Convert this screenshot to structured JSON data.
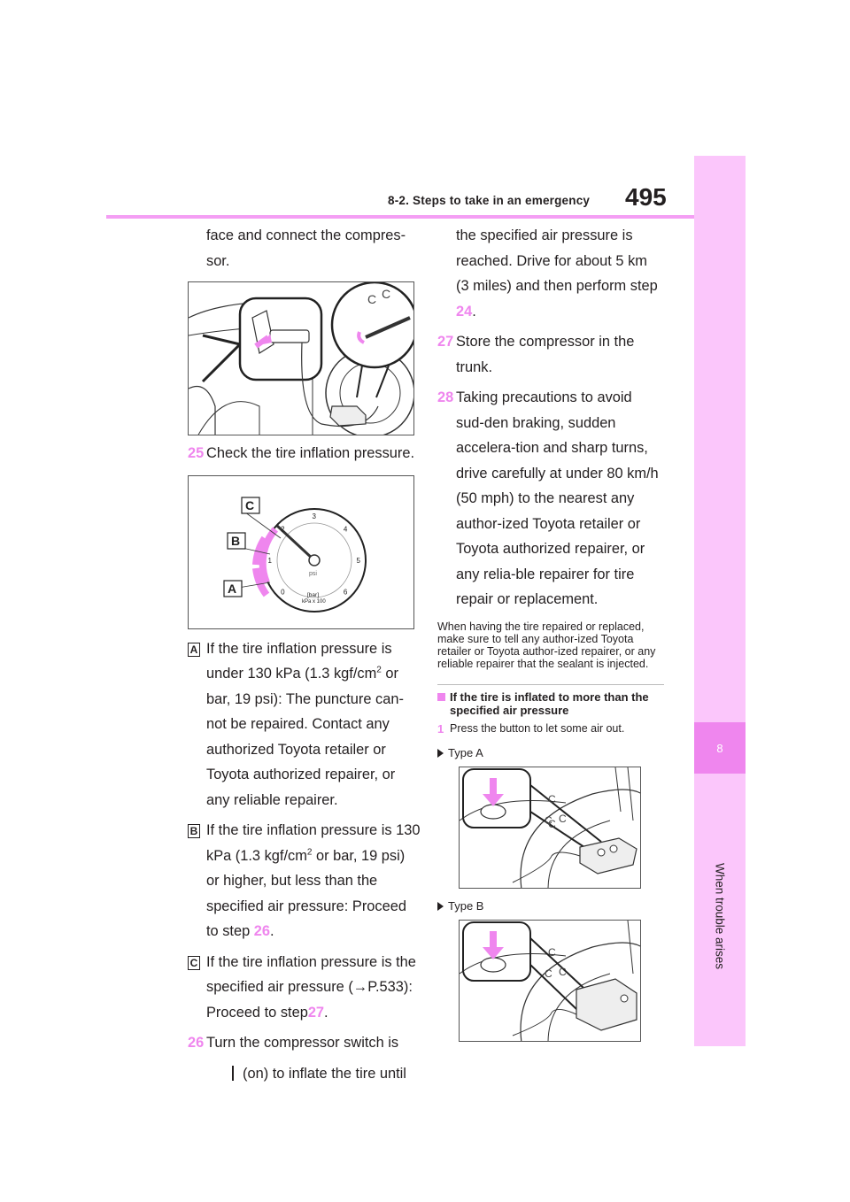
{
  "header": {
    "section": "8-2. Steps to take in an emergency",
    "page_number": "495"
  },
  "side_tab": {
    "chapter_number": "8",
    "chapter_label": "When trouble arises"
  },
  "left_column": {
    "intro_line1": "face and connect the compres-",
    "intro_line2": "sor.",
    "step25": {
      "num": "25",
      "text": "Check the tire inflation pressure."
    },
    "gauge_labels": {
      "a": "A",
      "b": "B",
      "c": "C"
    },
    "gauge_units": "[bar]",
    "gauge_units2": "kPa x 100",
    "gauge_psi": "psi",
    "gauge_ticks": [
      "0",
      "1",
      "2",
      "3",
      "4",
      "5",
      "6"
    ],
    "item_a": {
      "letter": "A",
      "p1": "If the tire inflation pressure is under 130 kPa (1.3 kgf/cm",
      "sup": "2",
      "p2": " or bar, 19 psi): The puncture can-not be repaired. Contact any authorized Toyota retailer or Toyota authorized repairer, or any reliable repairer."
    },
    "item_b": {
      "letter": "B",
      "p1": "If the tire inflation pressure is 130 kPa (1.3 kgf/cm",
      "sup": "2",
      "p2": " or bar, 19 psi) or higher, but less than the specified air pressure: Proceed to step ",
      "ref": "26",
      "p3": "."
    },
    "item_c": {
      "letter": "C",
      "p1": "If the tire inflation pressure is the specified air pressure (",
      "arrow": "→",
      "ref": "P.533",
      "p2": "): Proceed to step",
      "ref_step": "27",
      "p3": "."
    },
    "step26": {
      "num": "26",
      "text": "Turn the compressor switch is",
      "text2": "(on) to inflate the tire until"
    }
  },
  "right_column": {
    "continue_text": "the specified air pressure is reached. Drive for about 5 km (3 miles) and then perform step ",
    "continue_ref": "24",
    "continue_end": ".",
    "step27": {
      "num": "27",
      "text": "Store the compressor in the trunk."
    },
    "step28": {
      "num": "28",
      "text": "Taking precautions to avoid sud-den braking, sudden accelera-tion and sharp turns, drive carefully at under 80 km/h (50 mph) to the nearest any author-ized Toyota retailer or Toyota authorized repairer, or any relia-ble repairer for tire repair or replacement."
    },
    "note": "When having the tire repaired or replaced, make sure to tell any author-ized Toyota retailer or Toyota author-ized repairer, or any reliable repairer that the sealant is injected.",
    "subheading": "If the tire is inflated to more than the specified air pressure",
    "sub_step1": {
      "num": "1",
      "text": "Press the button to let some air out."
    },
    "type_a": "Type A",
    "type_b": "Type B"
  }
}
